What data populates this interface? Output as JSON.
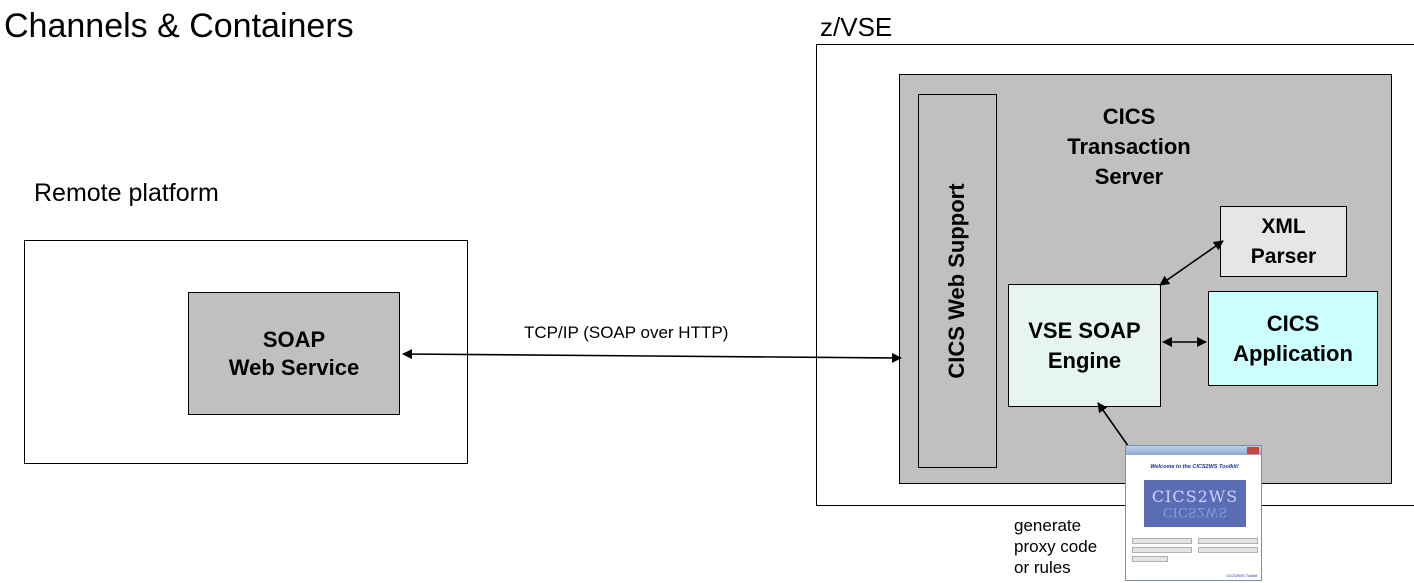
{
  "title": "Channels & Containers",
  "zvse_label": "z/VSE",
  "remote": {
    "label": "Remote platform",
    "soap_ws": {
      "line1": "SOAP",
      "line2": "Web Service"
    }
  },
  "link_label": "TCP/IP (SOAP over HTTP)",
  "cics": {
    "title": [
      "CICS",
      "Transaction",
      "Server"
    ],
    "web_support": "CICS Web Support",
    "engine": {
      "line1": "VSE SOAP",
      "line2": "Engine"
    },
    "parser": {
      "line1": "XML",
      "line2": "Parser"
    },
    "app": {
      "line1": "CICS",
      "line2": "Application"
    }
  },
  "toolkit": {
    "welcome": "Welcome to the CICS2WS Toolkit!",
    "logo": "CICS2WS",
    "footer": "CICS2WS Toolkit"
  },
  "generate": [
    "generate",
    "proxy code",
    "or rules"
  ]
}
